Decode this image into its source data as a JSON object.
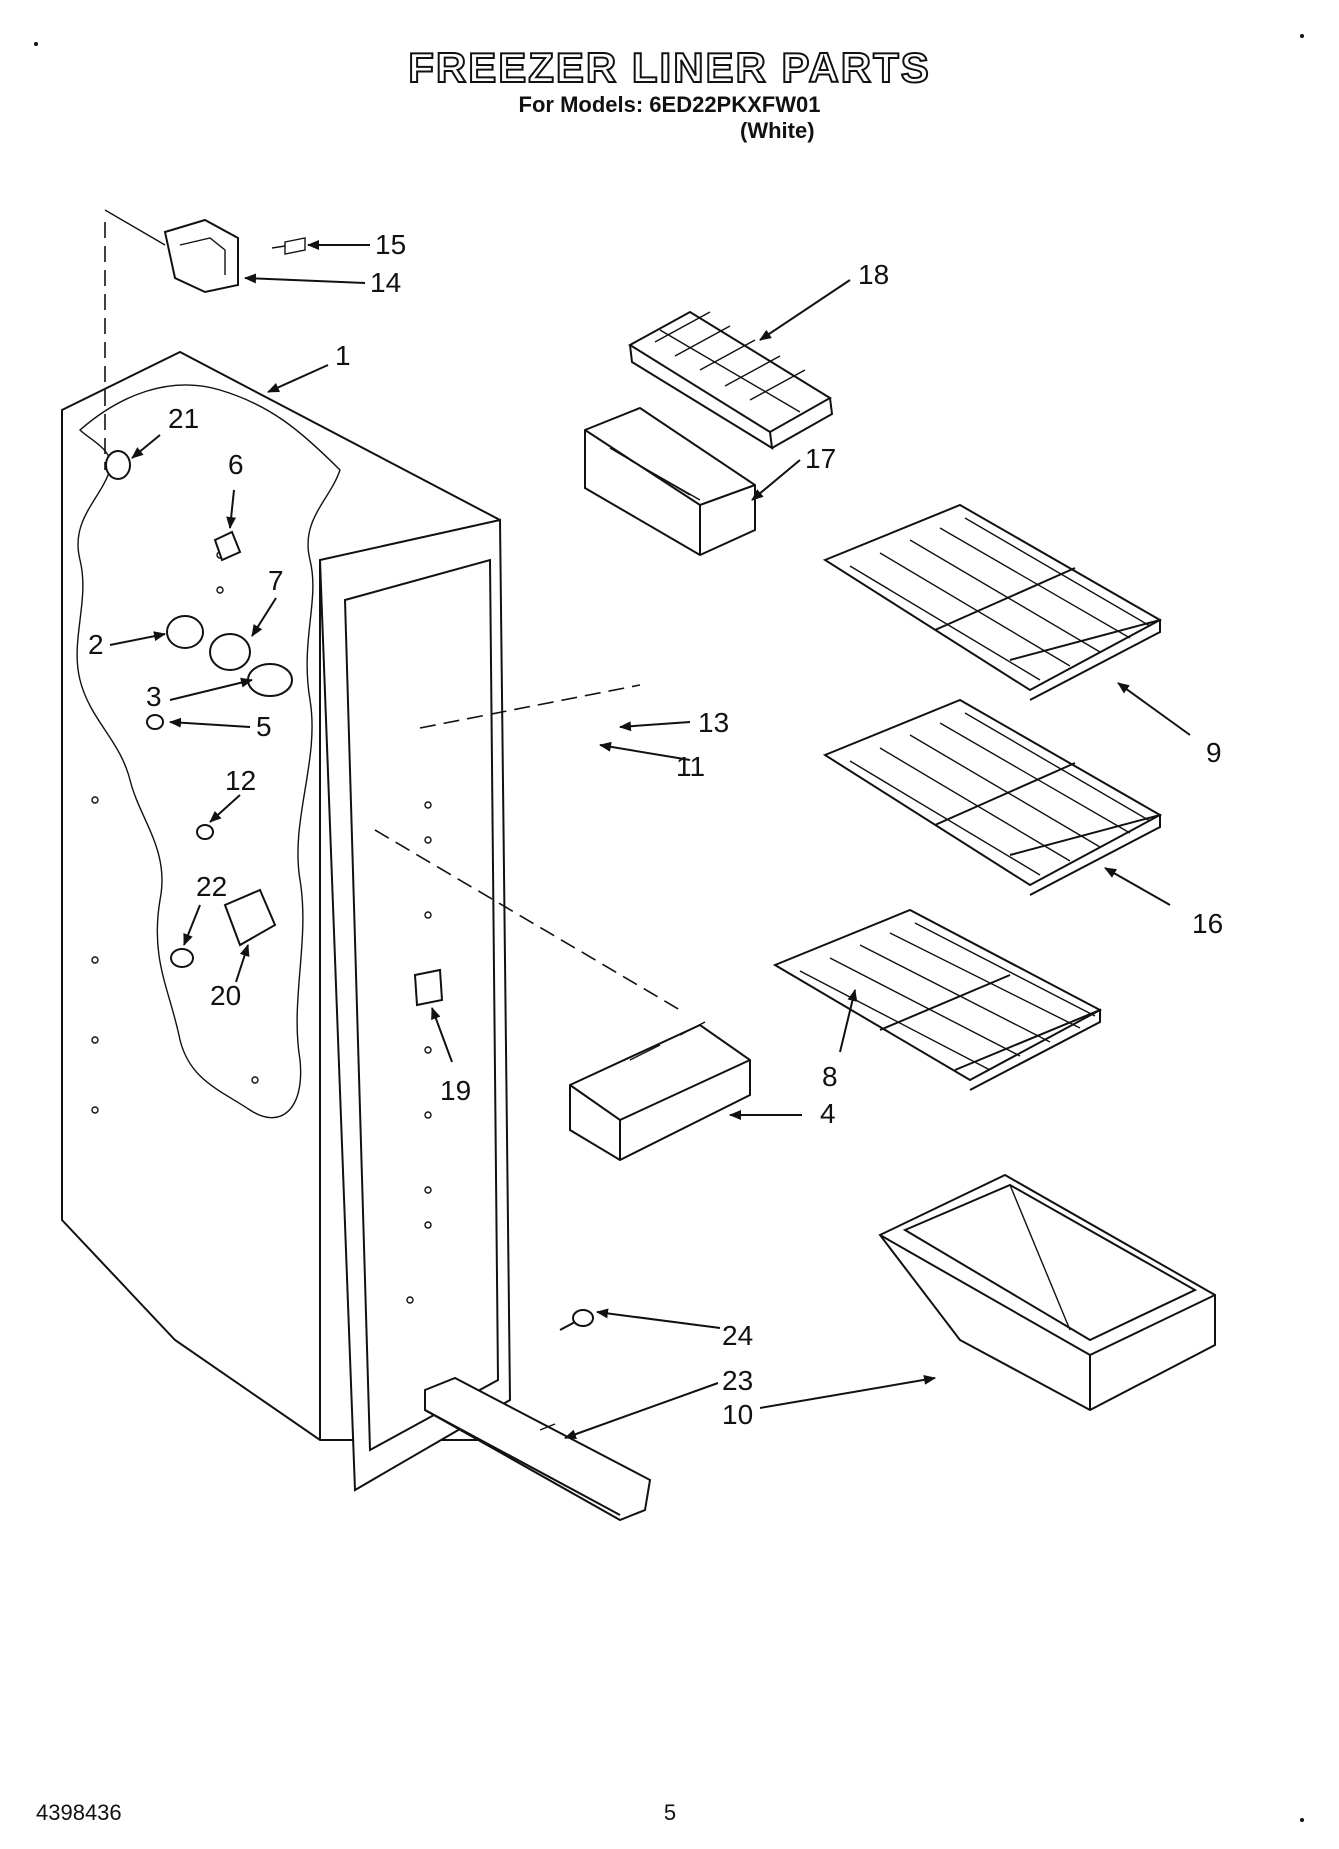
{
  "header": {
    "title": "FREEZER LINER PARTS",
    "subtitle": "For Models: 6ED22PKXFW01",
    "variant": "(White)"
  },
  "footer": {
    "doc_number": "4398436",
    "page_number": "5"
  },
  "callouts": {
    "c1": "1",
    "c2": "2",
    "c3": "3",
    "c4": "4",
    "c5": "5",
    "c6": "6",
    "c7": "7",
    "c8": "8",
    "c9": "9",
    "c10": "10",
    "c11": "11",
    "c12": "12",
    "c13": "13",
    "c14": "14",
    "c15": "15",
    "c16": "16",
    "c17": "17",
    "c18": "18",
    "c19": "19",
    "c20": "20",
    "c21": "21",
    "c22": "22",
    "c23": "23",
    "c24": "24"
  }
}
